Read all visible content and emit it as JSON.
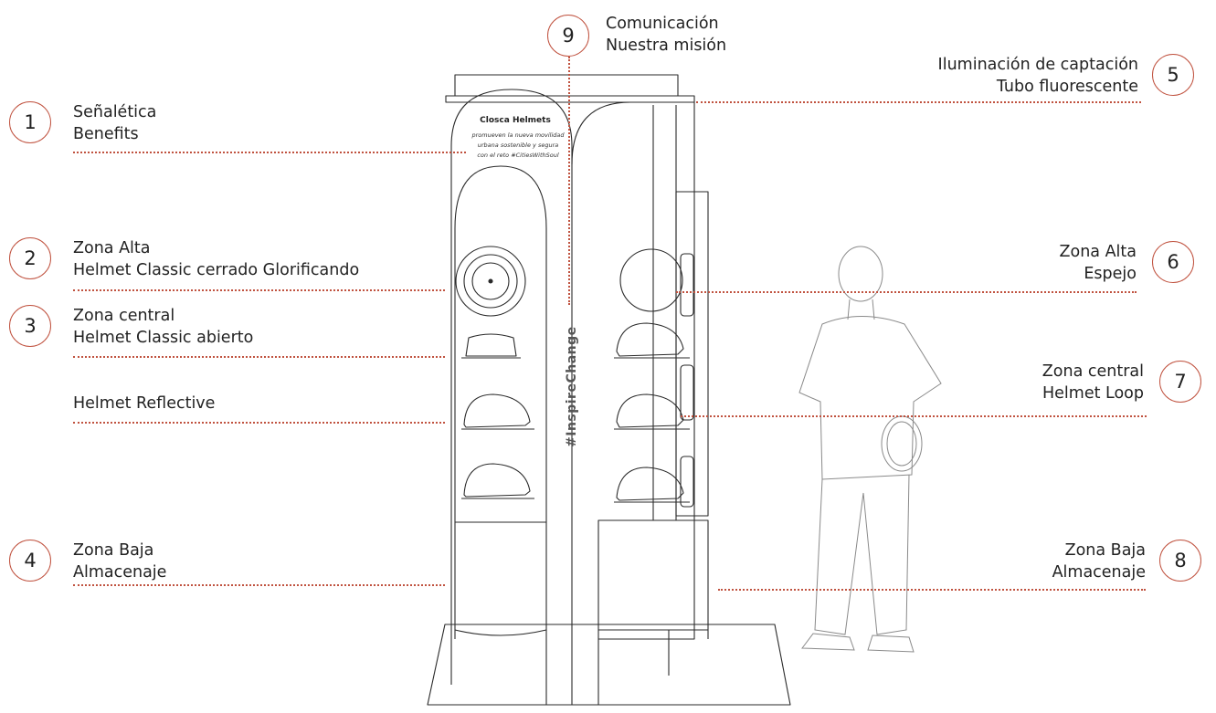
{
  "callouts": [
    {
      "number": "1",
      "line1": "Señalética",
      "line2": "Benefits"
    },
    {
      "number": "2",
      "line1": "Zona Alta",
      "line2": "Helmet Classic cerrado Glorificando"
    },
    {
      "number": "3",
      "line1": "Zona central",
      "line2": "Helmet Classic abierto"
    },
    {
      "number": "",
      "line1": "Helmet Reflective",
      "line2": ""
    },
    {
      "number": "4",
      "line1": "Zona Baja",
      "line2": "Almacenaje"
    },
    {
      "number": "5",
      "line1": "Iluminación de captación",
      "line2": "Tubo fluorescente"
    },
    {
      "number": "6",
      "line1": "Zona Alta",
      "line2": "Espejo"
    },
    {
      "number": "7",
      "line1": "Zona central",
      "line2": "Helmet Loop"
    },
    {
      "number": "8",
      "line1": "Zona Baja",
      "line2": "Almacenaje"
    },
    {
      "number": "9",
      "line1": "Comunicación",
      "line2": "Nuestra misión"
    }
  ],
  "sign": {
    "title": "Closca Helmets",
    "line1": "promueven la nueva movilidad",
    "line2": "urbana sostenible y segura",
    "line3": "con el reto #CitiesWithSoul"
  },
  "hashtag": "#InspireChange",
  "colors": {
    "accent": "#c0523f",
    "ink": "#2a2a2a"
  }
}
